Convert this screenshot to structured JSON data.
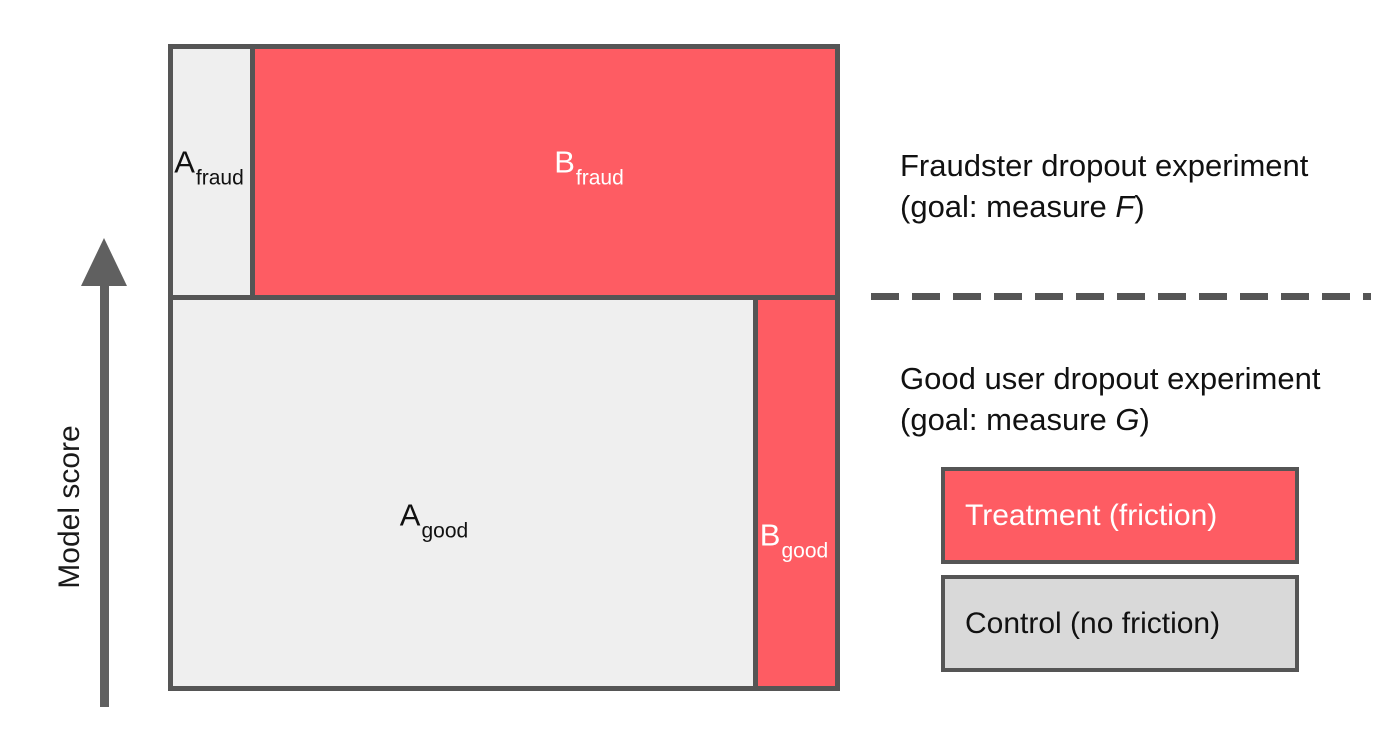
{
  "axis": {
    "label": "Model score"
  },
  "blocks": {
    "a_fraud": {
      "main": "A",
      "sub": "fraud"
    },
    "b_fraud": {
      "main": "B",
      "sub": "fraud"
    },
    "a_good": {
      "main": "A",
      "sub": "good"
    },
    "b_good": {
      "main": "B",
      "sub": "good"
    }
  },
  "annotations": {
    "top": {
      "line1": "Fraudster dropout experiment",
      "line2_prefix": "(goal: measure ",
      "line2_var": "F",
      "line2_suffix": ")"
    },
    "bottom": {
      "line1": "Good user dropout experiment",
      "line2_prefix": "(goal: measure ",
      "line2_var": "G",
      "line2_suffix": ")"
    }
  },
  "legend": {
    "treatment": "Treatment (friction)",
    "control": "Control (no friction)"
  },
  "colors": {
    "treatment": "#fe5c63",
    "control": "#efefef",
    "legend_control": "#d9d9d9",
    "border": "#555555",
    "axis": "#606060"
  }
}
